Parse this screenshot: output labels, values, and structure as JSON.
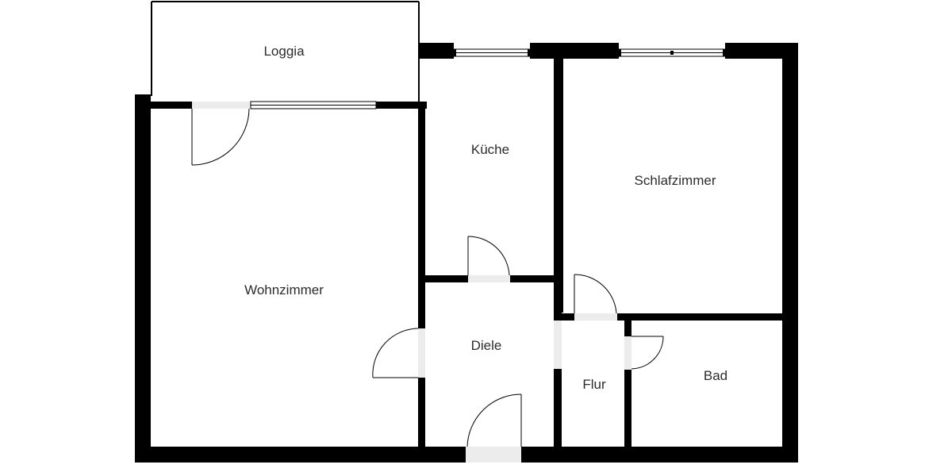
{
  "plan": {
    "rooms": {
      "loggia": "Loggia",
      "kueche": "Küche",
      "schlafzimmer": "Schlafzimmer",
      "wohnzimmer": "Wohnzimmer",
      "diele": "Diele",
      "flur": "Flur",
      "bad": "Bad"
    },
    "colors": {
      "wall": "#000000",
      "opening": "#ececec",
      "label": "#2c2c2c",
      "background": "#ffffff"
    }
  }
}
